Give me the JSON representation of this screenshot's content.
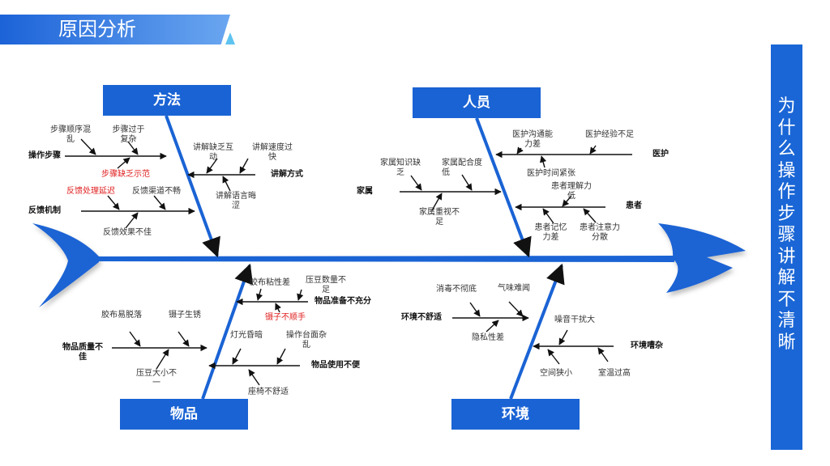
{
  "header": {
    "title": "原因分析"
  },
  "side_title": "为什么操作步骤讲解不清晰",
  "colors": {
    "primary": "#1a63d4",
    "red": "#e02020"
  },
  "categories": {
    "method": {
      "label": "方法",
      "branches": {
        "steps": {
          "label": "操作步骤",
          "causes": [
            "步骤顺序混乱",
            "步骤过于复杂",
            "步骤缺乏示范"
          ]
        },
        "feedback": {
          "label": "反馈机制",
          "causes": [
            "反馈处理延迟",
            "反馈渠道不畅",
            "反馈效果不佳"
          ]
        },
        "explain": {
          "label": "讲解方式",
          "causes": [
            "讲解缺乏互动",
            "讲解速度过快",
            "讲解语言晦涩"
          ]
        }
      }
    },
    "people": {
      "label": "人员",
      "branches": {
        "medical": {
          "label": "医护",
          "causes": [
            "医护沟通能力差",
            "医护经验不足",
            "医护时间紧张"
          ]
        },
        "family": {
          "label": "家属",
          "causes": [
            "家属知识缺乏",
            "家属配合度低",
            "家属重视不足"
          ]
        },
        "patient": {
          "label": "患者",
          "causes": [
            "患者理解力低",
            "患者记忆力差",
            "患者注意力分散"
          ]
        }
      }
    },
    "items": {
      "label": "物品",
      "branches": {
        "prep": {
          "label": "物品准备不充分",
          "causes": [
            "胶布粘性差",
            "压豆数量不足",
            "镊子不顺手"
          ]
        },
        "quality": {
          "label": "物品质量不佳",
          "causes": [
            "胶布易脱落",
            "镊子生锈",
            "压豆大小不一"
          ]
        },
        "use": {
          "label": "物品使用不便",
          "causes": [
            "灯光昏暗",
            "操作台面杂乱",
            "座椅不舒适"
          ]
        }
      }
    },
    "env": {
      "label": "环境",
      "branches": {
        "uncomfortable": {
          "label": "环境不舒适",
          "causes": [
            "消毒不彻底",
            "气味难闻",
            "隐私性差"
          ]
        },
        "noisy": {
          "label": "环境嘈杂",
          "causes": [
            "噪音干扰大",
            "空间狭小",
            "室温过高"
          ]
        }
      }
    }
  }
}
